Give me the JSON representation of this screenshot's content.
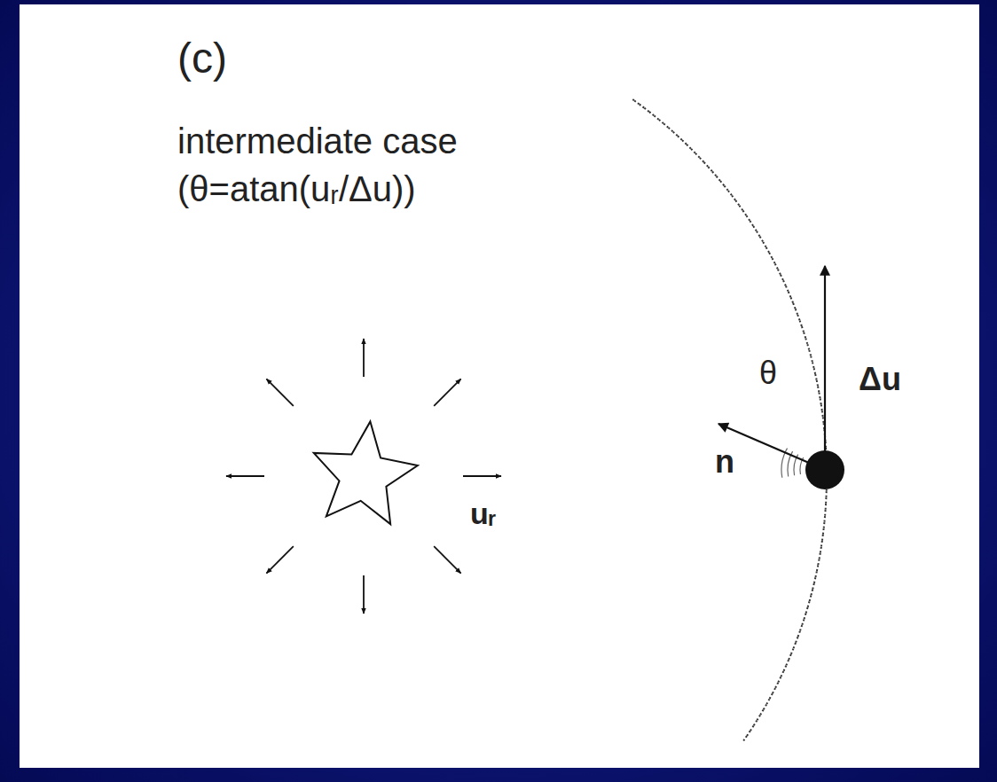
{
  "diagram": {
    "labels": [
      "(c)",
      "intermediate case",
      "(θ=atan(uᵣ/Δu))",
      "uᵣ",
      "θ",
      "Δu",
      "n"
    ]
  }
}
